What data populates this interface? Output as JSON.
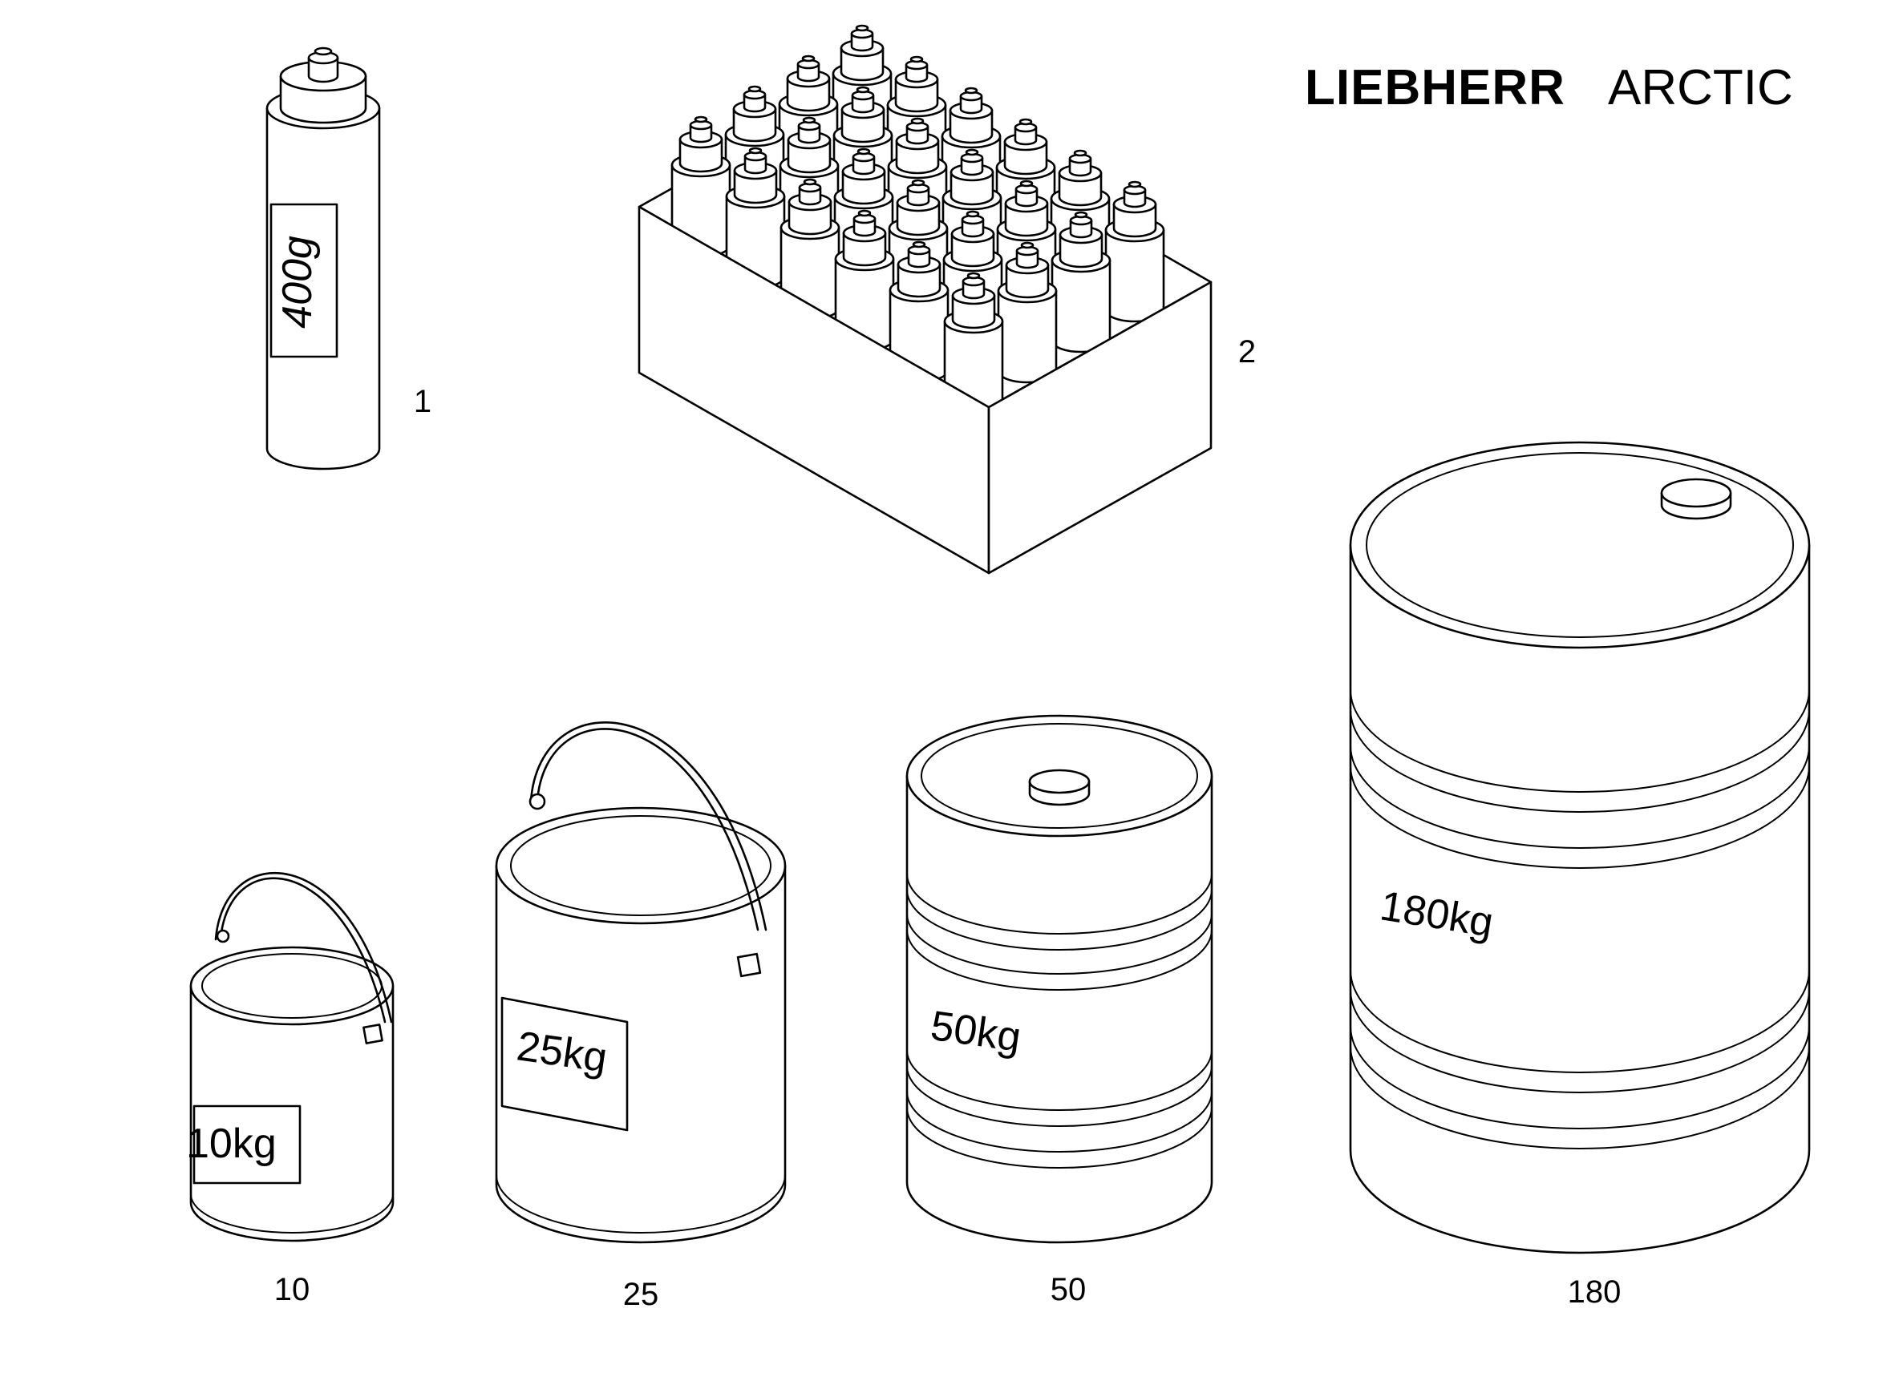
{
  "logo": {
    "brand": "LIEBHERR",
    "product": "ARCTIC"
  },
  "items": [
    {
      "id": "1",
      "callout": "1",
      "label": "400g",
      "kind": "cartridge"
    },
    {
      "id": "2",
      "callout": "2",
      "label": "",
      "kind": "cartridge-box",
      "cartridge_count": 24
    },
    {
      "id": "10",
      "callout": "10",
      "label": "10kg",
      "kind": "small-bucket"
    },
    {
      "id": "25",
      "callout": "25",
      "label": "25kg",
      "kind": "bucket"
    },
    {
      "id": "50",
      "callout": "50",
      "label": "50kg",
      "kind": "drum"
    },
    {
      "id": "180",
      "callout": "180",
      "label": "180kg",
      "kind": "barrel"
    }
  ]
}
